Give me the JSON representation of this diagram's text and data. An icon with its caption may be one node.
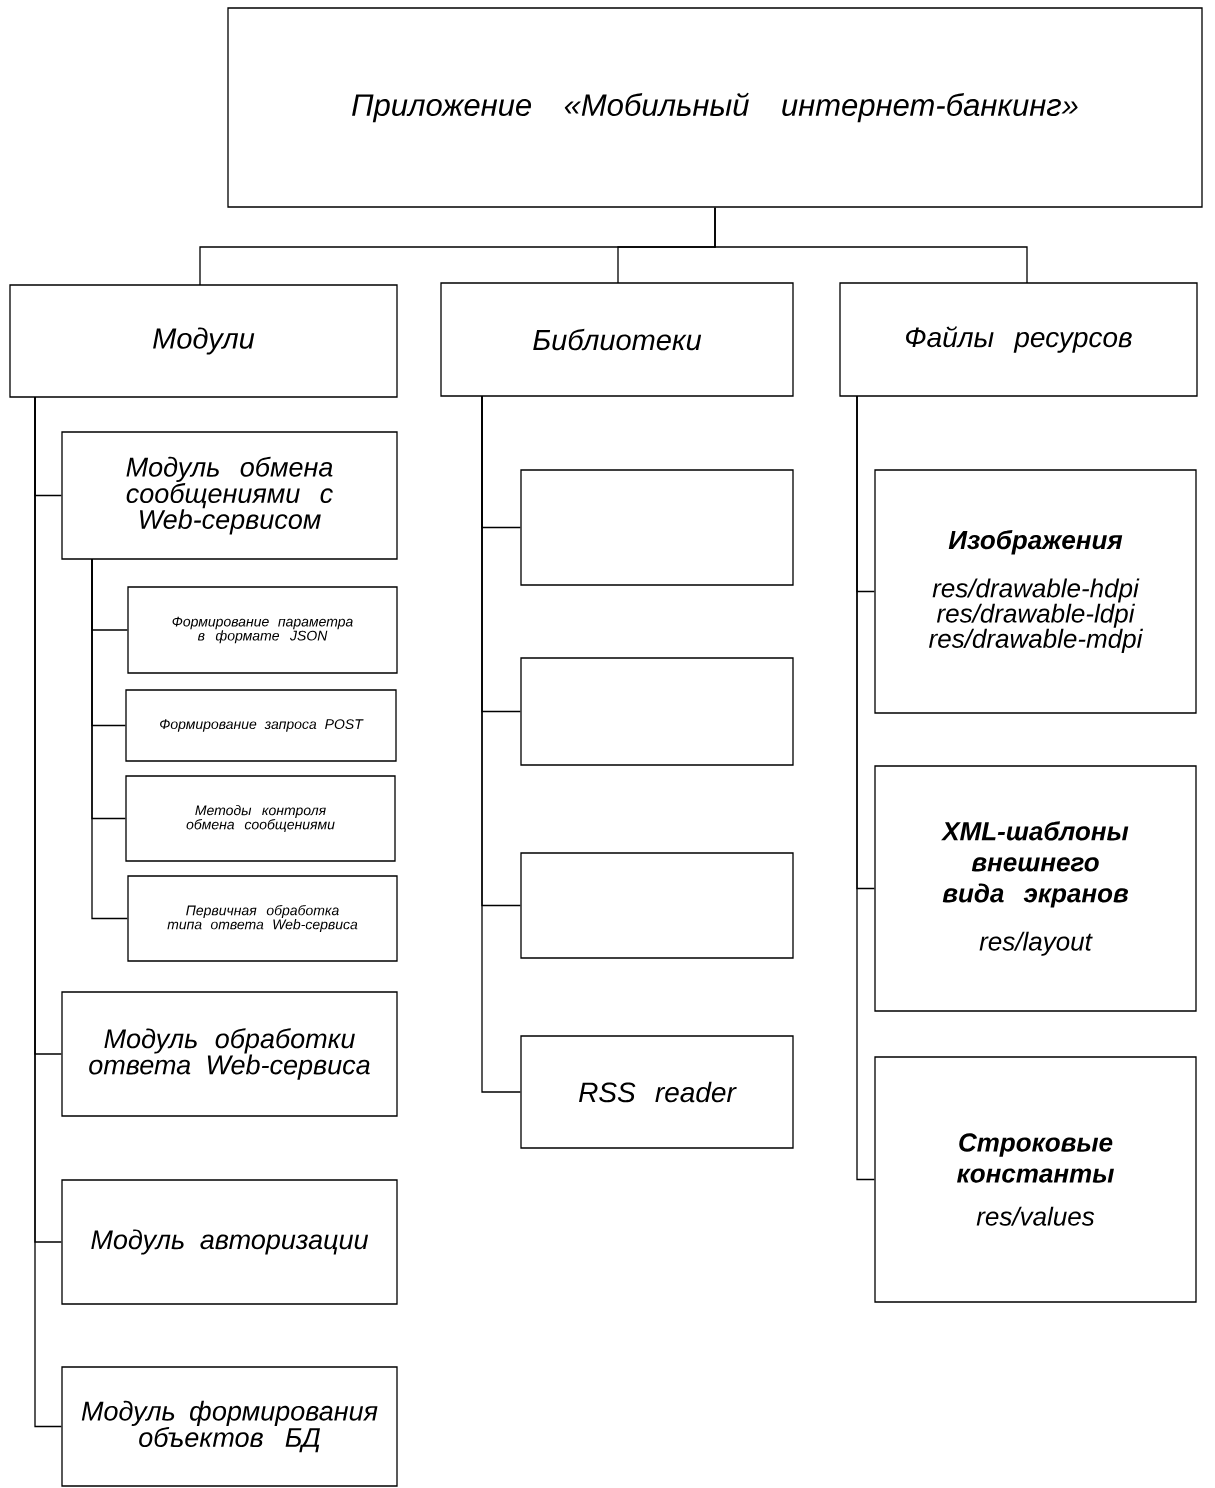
{
  "diagram": {
    "nodes": [
      {
        "text": [
          "Приложение «Мобильный интернет-банкинг»"
        ]
      },
      {
        "text": [
          "Модули"
        ]
      },
      {
        "text": [
          "Библиотеки"
        ]
      },
      {
        "text": [
          "Файлы ресурсов"
        ]
      },
      {
        "text": [
          "Модуль обмена сообщениями с Web-сервисом"
        ]
      },
      {
        "text": [
          "Формирование параметра в формате JSON"
        ]
      },
      {
        "text": [
          "Формирование запроса POST"
        ]
      },
      {
        "text": [
          "Методы контроля обмена сообщениями"
        ]
      },
      {
        "text": [
          "Первичная обработка типа ответа Web-сервиса"
        ]
      },
      {
        "text": [
          "Модуль обработки ответа Web-сервиса"
        ]
      },
      {
        "text": [
          "Модуль авторизации"
        ]
      },
      {
        "text": [
          "Модуль формирования объектов БД"
        ]
      },
      {
        "text": [],
        "shape": "box"
      },
      {
        "text": [],
        "shape": "box"
      },
      {
        "text": [],
        "shape": "box"
      },
      {
        "text": [
          "RSS reader"
        ]
      },
      {
        "text": [
          "Изображения",
          "res/drawable-hdpi res/drawable-ldpi res/drawable-mdpi"
        ]
      },
      {
        "text": [
          "XML-шаблоны внешнего вида экранов",
          "res/layout"
        ]
      },
      {
        "text": [
          "Строковые константы",
          "res/values"
        ]
      }
    ],
    "edges": [
      {
        "from": 0,
        "to": 1,
        "arrow": "none"
      },
      {
        "from": 0,
        "to": 2,
        "arrow": "none"
      },
      {
        "from": 0,
        "to": 3,
        "arrow": "none"
      },
      {
        "from": 1,
        "to": 4,
        "arrow": "none"
      },
      {
        "from": 4,
        "to": 5,
        "arrow": "none"
      },
      {
        "from": 4,
        "to": 6,
        "arrow": "none"
      },
      {
        "from": 4,
        "to": 7,
        "arrow": "none"
      },
      {
        "from": 4,
        "to": 8,
        "arrow": "none"
      },
      {
        "from": 1,
        "to": 9,
        "arrow": "none"
      },
      {
        "from": 1,
        "to": 10,
        "arrow": "none"
      },
      {
        "from": 1,
        "to": 11,
        "arrow": "none"
      },
      {
        "from": 2,
        "to": 12,
        "arrow": "none"
      },
      {
        "from": 2,
        "to": 13,
        "arrow": "none"
      },
      {
        "from": 2,
        "to": 14,
        "arrow": "none"
      },
      {
        "from": 2,
        "to": 15,
        "arrow": "none"
      },
      {
        "from": 3,
        "to": 16,
        "arrow": "none"
      },
      {
        "from": 3,
        "to": 17,
        "arrow": "none"
      },
      {
        "from": 3,
        "to": 18,
        "arrow": "none"
      }
    ]
  }
}
